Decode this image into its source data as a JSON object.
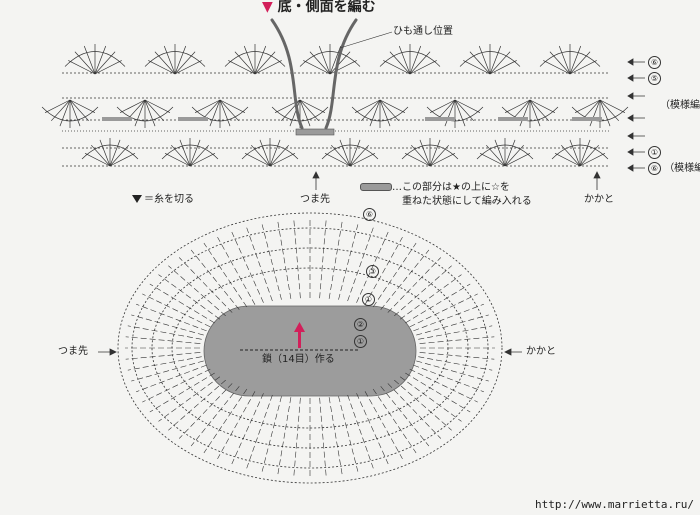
{
  "title": "底・側面を編む",
  "labels": {
    "string_position": "ひも通し位置",
    "toe": "つま先",
    "heel": "かかと",
    "cut_yarn": "＝糸を切る",
    "note_line1": "…この部分は★の上に☆を",
    "note_line2": "重ねた状態にして編み入れる",
    "foundation": "鎖（14目）作る",
    "pattern_a": "（模様編",
    "pattern_b": "（模様編"
  },
  "side_rows": [
    "⑥",
    "⑤",
    "",
    "",
    "",
    "①",
    "⑥"
  ],
  "bottom_rounds": [
    "⑥",
    "③",
    "①",
    "②",
    "①"
  ],
  "url": "http://www.marrietta.ru/"
}
